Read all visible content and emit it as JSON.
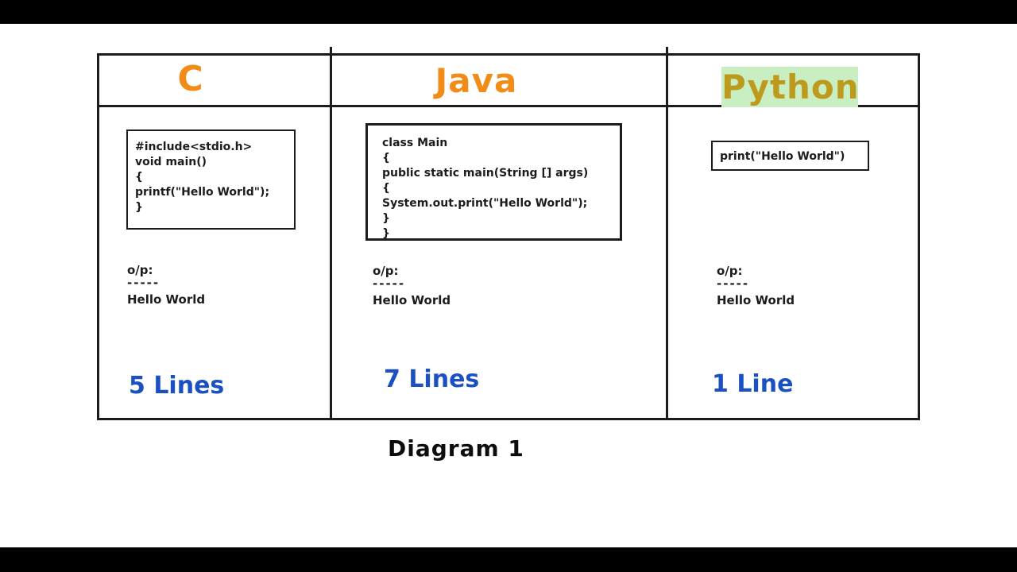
{
  "page": {
    "caption": "Diagram 1"
  },
  "colors": {
    "header_orange": "#F28C18",
    "python_gold": "#BD9A1D",
    "python_highlight_green": "#C9EEC2",
    "count_blue": "#1B50C2",
    "ink_black": "#1c1c1c",
    "letterbox_black": "#000000"
  },
  "columns": [
    {
      "header": "C",
      "code_lines": [
        "#include<stdio.h>",
        "void main()",
        "{",
        "printf(\"Hello World\");",
        "}"
      ],
      "output_label": "o/p:",
      "output_divider": "-----",
      "output_value": "Hello World",
      "line_count": "5 Lines"
    },
    {
      "header": "Java",
      "code_lines": [
        "class Main",
        "{",
        "public static main(String [] args)",
        "{",
        "System.out.print(\"Hello World\");",
        "}",
        "}"
      ],
      "output_label": "o/p:",
      "output_divider": "-----",
      "output_value": "Hello World",
      "line_count": "7 Lines"
    },
    {
      "header": "Python",
      "code_lines": [
        "print(\"Hello World\")"
      ],
      "output_label": "o/p:",
      "output_divider": "-----",
      "output_value": "Hello World",
      "line_count": "1 Line"
    }
  ]
}
